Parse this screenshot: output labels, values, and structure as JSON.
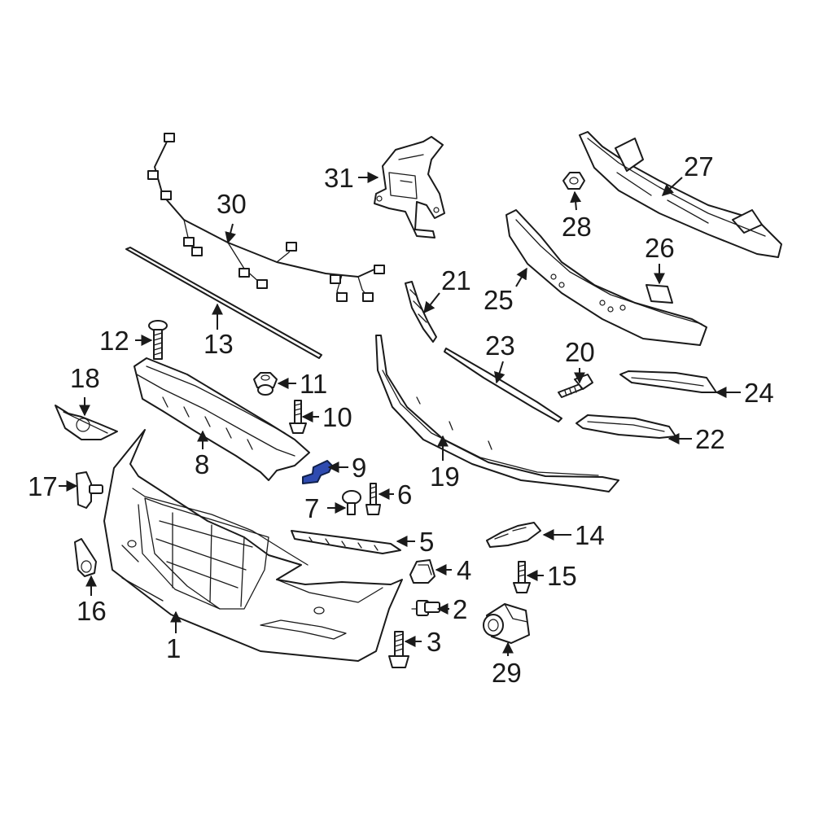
{
  "callouts": {
    "c1": "1",
    "c2": "2",
    "c3": "3",
    "c4": "4",
    "c5": "5",
    "c6": "6",
    "c7": "7",
    "c8": "8",
    "c9": "9",
    "c10": "10",
    "c11": "11",
    "c12": "12",
    "c13": "13",
    "c14": "14",
    "c15": "15",
    "c16": "16",
    "c17": "17",
    "c18": "18",
    "c19": "19",
    "c20": "20",
    "c21": "21",
    "c22": "22",
    "c23": "23",
    "c24": "24",
    "c25": "25",
    "c26": "26",
    "c27": "27",
    "c28": "28",
    "c29": "29",
    "c30": "30",
    "c31": "31"
  },
  "colors": {
    "line": "#1a1a1a",
    "highlight": "#2f4bb0",
    "background": "#ffffff"
  },
  "highlighted_part": "9"
}
